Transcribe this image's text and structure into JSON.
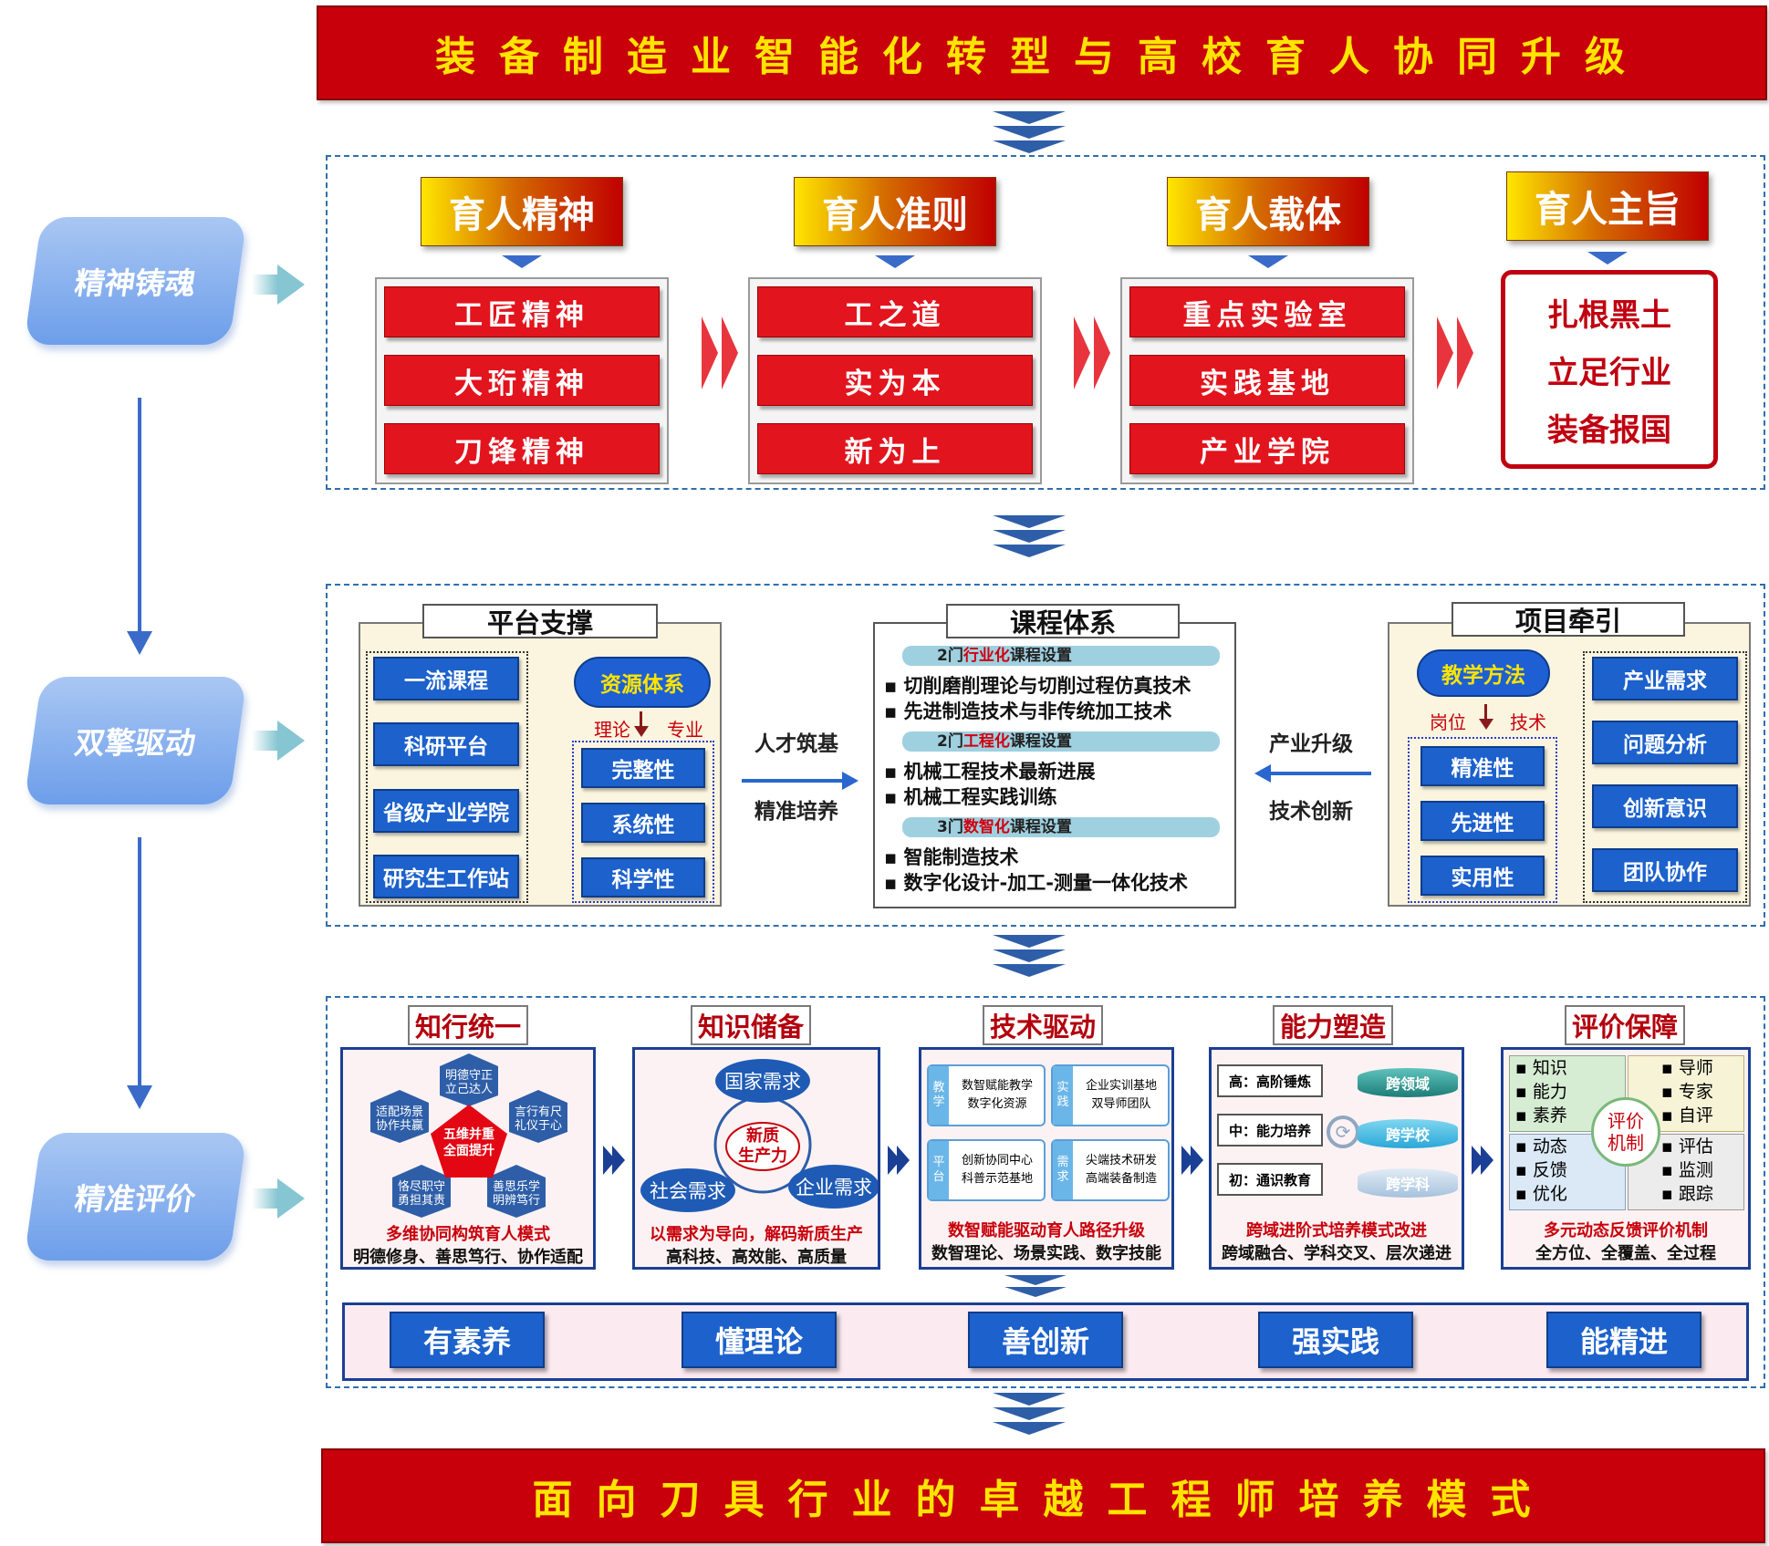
{
  "top_banner": "装备制造业智能化转型与高校育人协同升级",
  "bottom_banner": "面向刀具行业的卓越工程师培养模式",
  "left_steps": [
    "精神铸魂",
    "双擎驱动",
    "精准评价"
  ],
  "section1": {
    "columns": [
      {
        "title": "育人精神",
        "items": [
          "工匠精神",
          "大珩精神",
          "刀锋精神"
        ]
      },
      {
        "title": "育人准则",
        "items": [
          "工之道",
          "实为本",
          "新为上"
        ]
      },
      {
        "title": "育人载体",
        "items": [
          "重点实验室",
          "实践基地",
          "产业学院"
        ]
      },
      {
        "title": "育人主旨",
        "items": [
          "扎根黑土",
          "立足行业",
          "装备报国"
        ]
      }
    ]
  },
  "section2": {
    "platform": {
      "title": "平台支撑",
      "items": [
        "一流课程",
        "科研平台",
        "省级产业学院",
        "研究生工作站"
      ],
      "resource": "资源体系",
      "split_left": "理论",
      "split_right": "专业",
      "props": [
        "完整性",
        "系统性",
        "科学性"
      ]
    },
    "left_arrow_top": "人才筑基",
    "left_arrow_bottom": "精准培养",
    "course": {
      "title": "课程体系",
      "groups": [
        {
          "prefix": "2门",
          "key": "行业化",
          "suffix": "课程设置",
          "items": [
            "切削磨削理论与切削过程仿真技术",
            "先进制造技术与非传统加工技术"
          ]
        },
        {
          "prefix": "2门",
          "key": "工程化",
          "suffix": "课程设置",
          "items": [
            "机械工程技术最新进展",
            "机械工程实践训练"
          ]
        },
        {
          "prefix": "3门",
          "key": "数智化",
          "suffix": "课程设置",
          "items": [
            "智能制造技术",
            "数字化设计-加工-测量一体化技术"
          ]
        }
      ]
    },
    "right_arrow_top": "产业升级",
    "right_arrow_bottom": "技术创新",
    "project": {
      "title": "项目牵引",
      "method": "教学方法",
      "split_left": "岗位",
      "split_right": "技术",
      "props": [
        "精准性",
        "先进性",
        "实用性"
      ],
      "items": [
        "产业需求",
        "问题分析",
        "创新意识",
        "团队协作"
      ]
    }
  },
  "section3": {
    "q1": {
      "title": "知行统一",
      "center": [
        "五维并重",
        "全面提升"
      ],
      "petals": [
        [
          "明德守正",
          "立己达人"
        ],
        [
          "言行有尺",
          "礼仪于心"
        ],
        [
          "善思乐学",
          "明辨笃行"
        ],
        [
          "恪尽职守",
          "勇担其责"
        ],
        [
          "适配场景",
          "协作共赢"
        ]
      ],
      "cap1": "多维协同构筑育人模式",
      "cap2": "明德修身、善思笃行、协作适配"
    },
    "q2": {
      "title": "知识储备",
      "top": "国家需求",
      "left": "社会需求",
      "right": "企业需求",
      "center": [
        "新质",
        "生产力"
      ],
      "cap1": "以需求为导向，解码新质生产",
      "cap2": "高科技、高效能、高质量"
    },
    "q3": {
      "title": "技术驱动",
      "cells": [
        {
          "tag": [
            "教",
            "学"
          ],
          "lines": [
            "数智赋能教学",
            "数字化资源"
          ]
        },
        {
          "tag": [
            "实",
            "践"
          ],
          "lines": [
            "企业实训基地",
            "双导师团队"
          ]
        },
        {
          "tag": [
            "平",
            "台"
          ],
          "lines": [
            "创新协同中心",
            "科普示范基地"
          ]
        },
        {
          "tag": [
            "需",
            "求"
          ],
          "lines": [
            "尖端技术研发",
            "高端装备制造"
          ]
        }
      ],
      "cap1": "数智赋能驱动育人路径升级",
      "cap2": "数智理论、场景实践、数字技能"
    },
    "q4": {
      "title": "能力塑造",
      "levels": [
        "高：高阶锤炼",
        "中：能力培养",
        "初：通识教育"
      ],
      "tags": [
        "跨领域",
        "跨学校",
        "跨学科"
      ],
      "cap1": "跨域进阶式培养模式改进",
      "cap2": "跨域融合、学科交叉、层次递进"
    },
    "q5": {
      "title": "评价保障",
      "tl": [
        "知识",
        "能力",
        "素养"
      ],
      "tr": [
        "导师",
        "专家",
        "自评"
      ],
      "bl": [
        "动态",
        "反馈",
        "优化"
      ],
      "br": [
        "评估",
        "监测",
        "跟踪"
      ],
      "center": [
        "评价",
        "机制"
      ],
      "cap1": "多元动态反馈评价机制",
      "cap2": "全方位、全覆盖、全过程"
    },
    "outcomes": [
      "有素养",
      "懂理论",
      "善创新",
      "强实践",
      "能精进"
    ]
  }
}
